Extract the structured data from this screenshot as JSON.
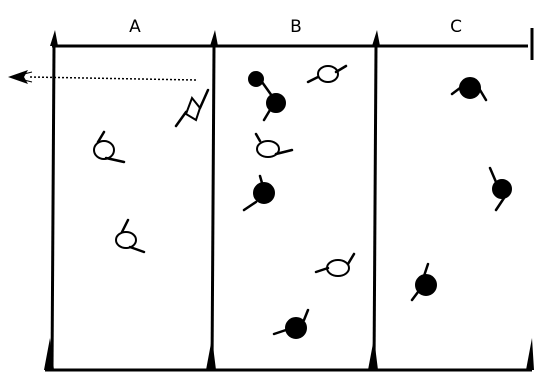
{
  "columns": [
    {
      "label": "A",
      "open_count": 3,
      "filled_count": 0
    },
    {
      "label": "B",
      "open_count": 3,
      "filled_count": 4
    },
    {
      "label": "C",
      "open_count": 0,
      "filled_count": 3
    }
  ],
  "colors": {
    "ink": "#000000",
    "background": "#ffffff"
  }
}
